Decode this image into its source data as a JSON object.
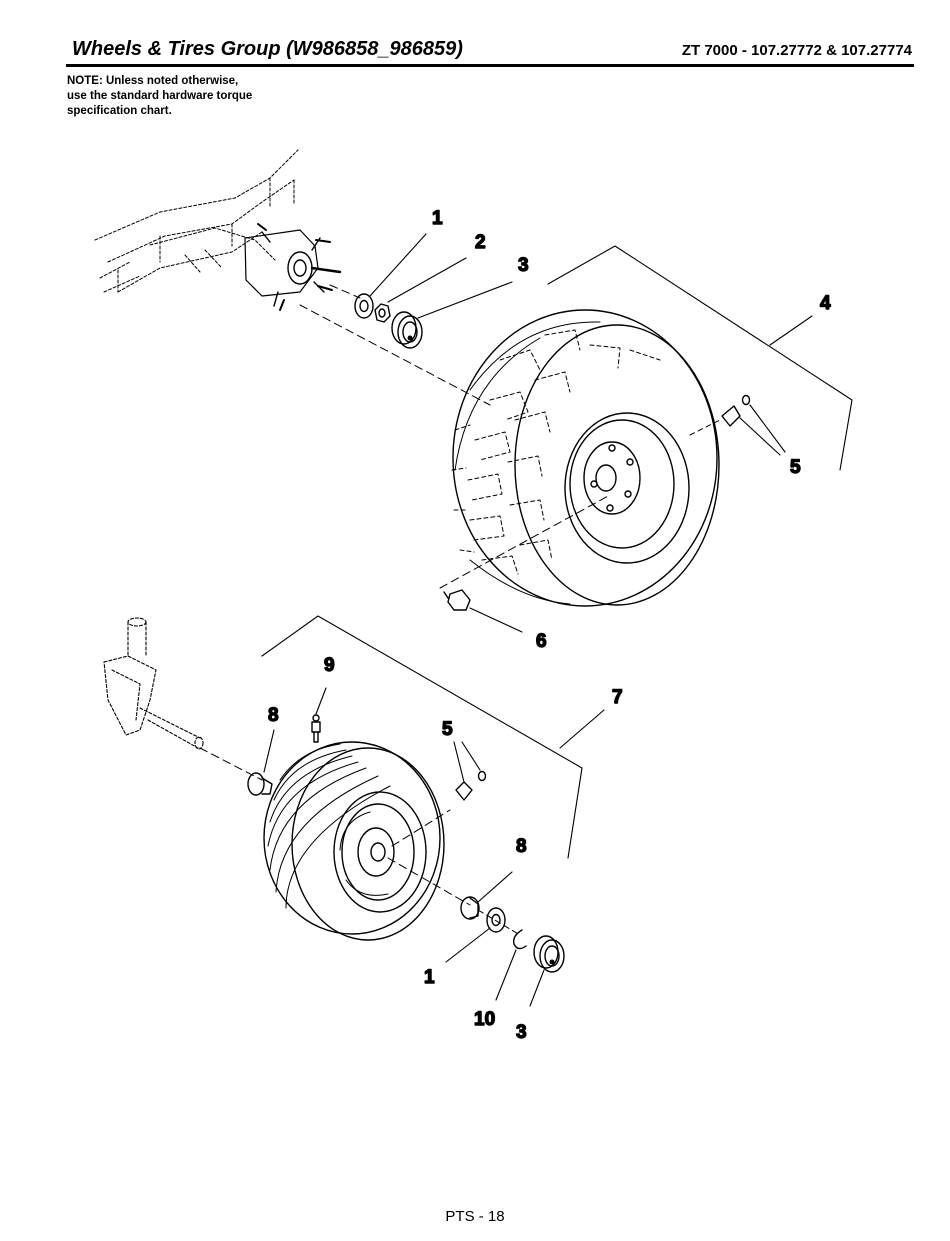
{
  "header": {
    "title": "Wheels & Tires Group (W986858_986859)",
    "model": "ZT 7000 - 107.27772 & 107.27774"
  },
  "note": {
    "lines": [
      "NOTE: Unless noted otherwise,",
      "use the standard hardware torque",
      "specification chart."
    ]
  },
  "callouts": {
    "rear_washer": "1",
    "rear_nut": "2",
    "rear_cap": "3",
    "rear_wheel_assembly": "4",
    "rear_valve": "5",
    "rear_lug_nut": "6",
    "front_wheel_assembly": "7",
    "front_bearing_inner": "8",
    "front_grease_fitting": "9",
    "front_valve": "5",
    "front_bearing_outer": "8",
    "front_washer": "1",
    "front_clip": "10",
    "front_cap": "3"
  },
  "footer": {
    "page": "PTS - 18"
  }
}
